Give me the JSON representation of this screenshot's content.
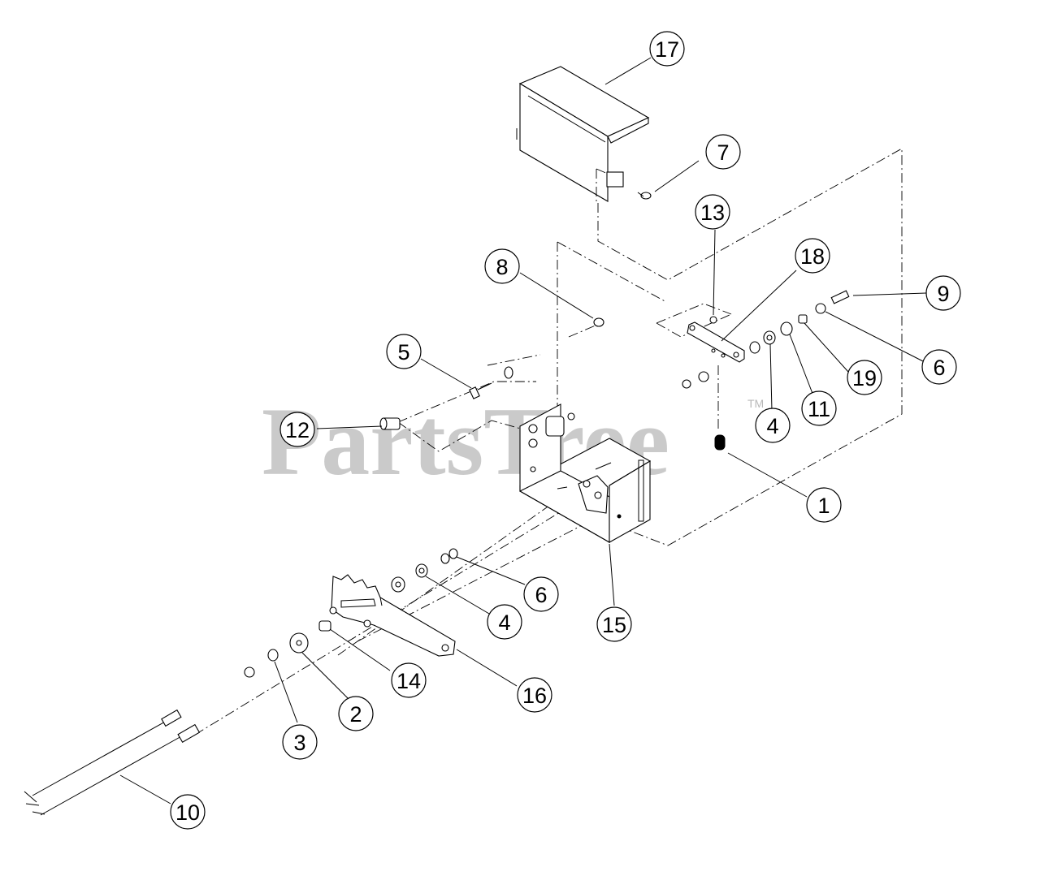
{
  "watermark": {
    "text": "PartsTree",
    "trademark": "TM"
  },
  "callouts": {
    "c1": "1",
    "c2": "2",
    "c3": "3",
    "c4a": "4",
    "c4b": "4",
    "c5": "5",
    "c6a": "6",
    "c6b": "6",
    "c7": "7",
    "c8": "8",
    "c9": "9",
    "c10": "10",
    "c11": "11",
    "c12": "12",
    "c13": "13",
    "c14": "14",
    "c15": "15",
    "c16": "16",
    "c17": "17",
    "c18": "18",
    "c19": "19"
  }
}
